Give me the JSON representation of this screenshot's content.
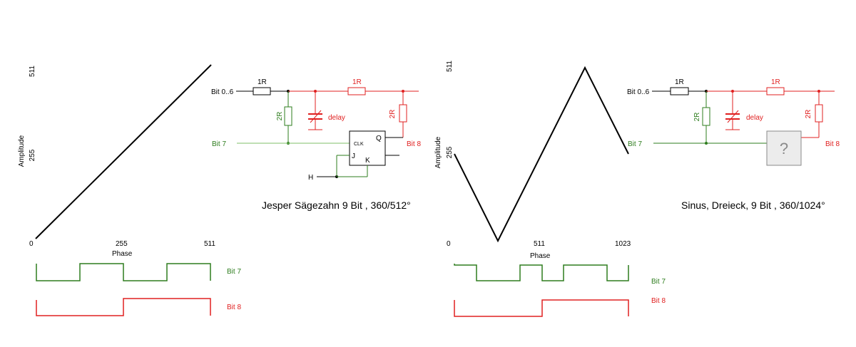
{
  "colors": {
    "black": "#000000",
    "green": "#2e7d1e",
    "red": "#e02020",
    "wire_green": "#7fbf6a",
    "gray": "#8a8a8a"
  },
  "left": {
    "caption": "Jesper Sägezahn 9 Bit , 360/512°",
    "y_axis": {
      "label": "Amplitude",
      "ticks": [
        "511",
        "255",
        "0"
      ]
    },
    "x_axis": {
      "label": "Phase",
      "ticks": [
        "255",
        "511"
      ]
    },
    "circuit": {
      "input_label": "Bit 0..6",
      "bit7_label": "Bit 7",
      "bit8_label": "Bit 8",
      "h_label": "H",
      "r1": "1R",
      "r2": "2R",
      "r3": "1R",
      "r4": "2R",
      "cap": "delay",
      "ff": {
        "clk": "CLK",
        "q": "Q",
        "j": "J",
        "k": "K"
      }
    },
    "wave_labels": {
      "bit7": "Bit 7",
      "bit8": "Bit 8"
    }
  },
  "right": {
    "caption": "Sinus, Dreieck,  9 Bit , 360/1024°",
    "y_axis": {
      "label": "Amplitude",
      "ticks": [
        "511",
        "255",
        "0"
      ]
    },
    "x_axis": {
      "label": "Phase",
      "ticks": [
        "511",
        "1023"
      ]
    },
    "circuit": {
      "input_label": "Bit 0..6",
      "bit7_label": "Bit 7",
      "bit8_label": "Bit 8",
      "r1": "1R",
      "r2": "2R",
      "r3": "1R",
      "r4": "2R",
      "cap": "delay",
      "unknown": "?"
    },
    "wave_labels": {
      "bit7": "Bit 7",
      "bit8": "Bit 8"
    }
  }
}
